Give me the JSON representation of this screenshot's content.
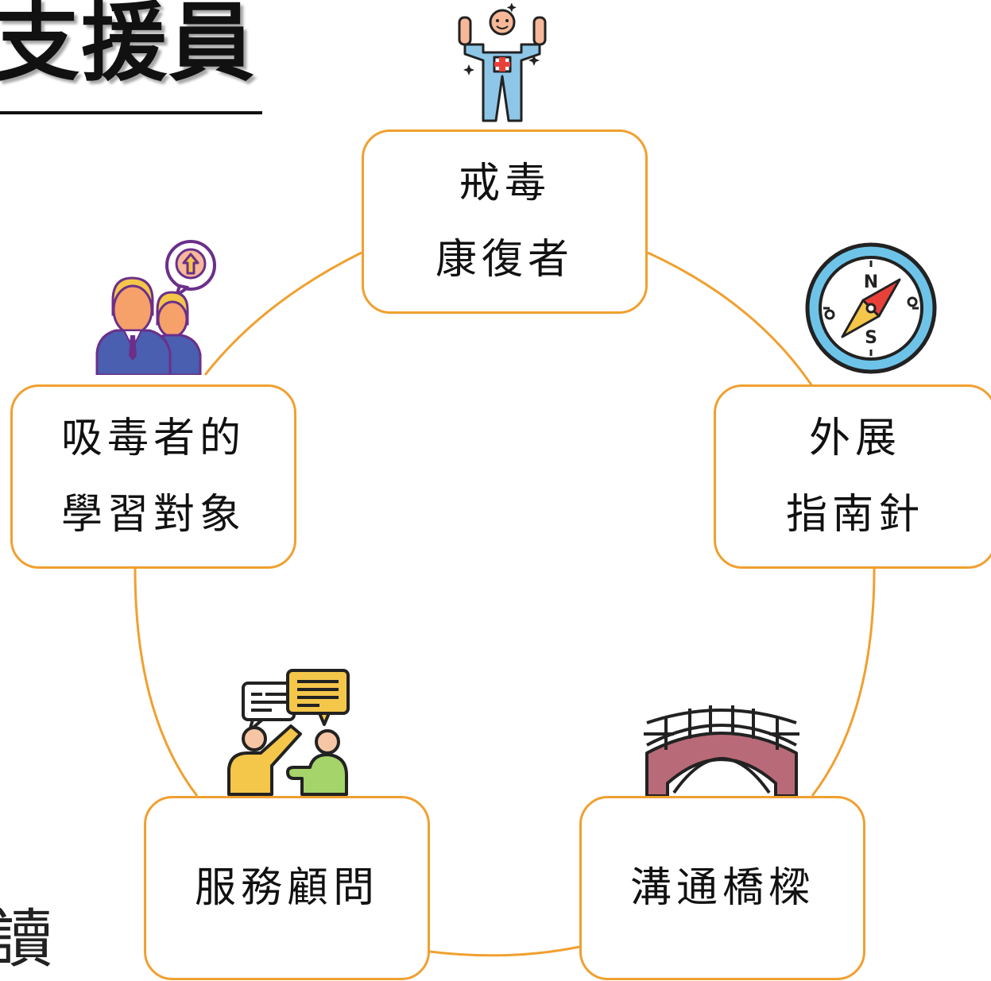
{
  "title": "支援員",
  "edge_fragment": "讀",
  "accent_color": "#f0a030",
  "nodes": {
    "recovered": {
      "line1": "戒毒",
      "line2": "康復者",
      "icon": "recovered-person-icon"
    },
    "outreach": {
      "line1": "外展",
      "line2": "指南針",
      "icon": "compass-icon"
    },
    "bridge": {
      "label": "溝通橋樑",
      "icon": "bridge-icon"
    },
    "advisor": {
      "label": "服務顧問",
      "icon": "discussion-icon"
    },
    "role_model": {
      "line1": "吸毒者的",
      "line2": "學習對象",
      "icon": "businessmen-icon"
    }
  },
  "compass_letters": {
    "north": "N",
    "south": "S"
  }
}
